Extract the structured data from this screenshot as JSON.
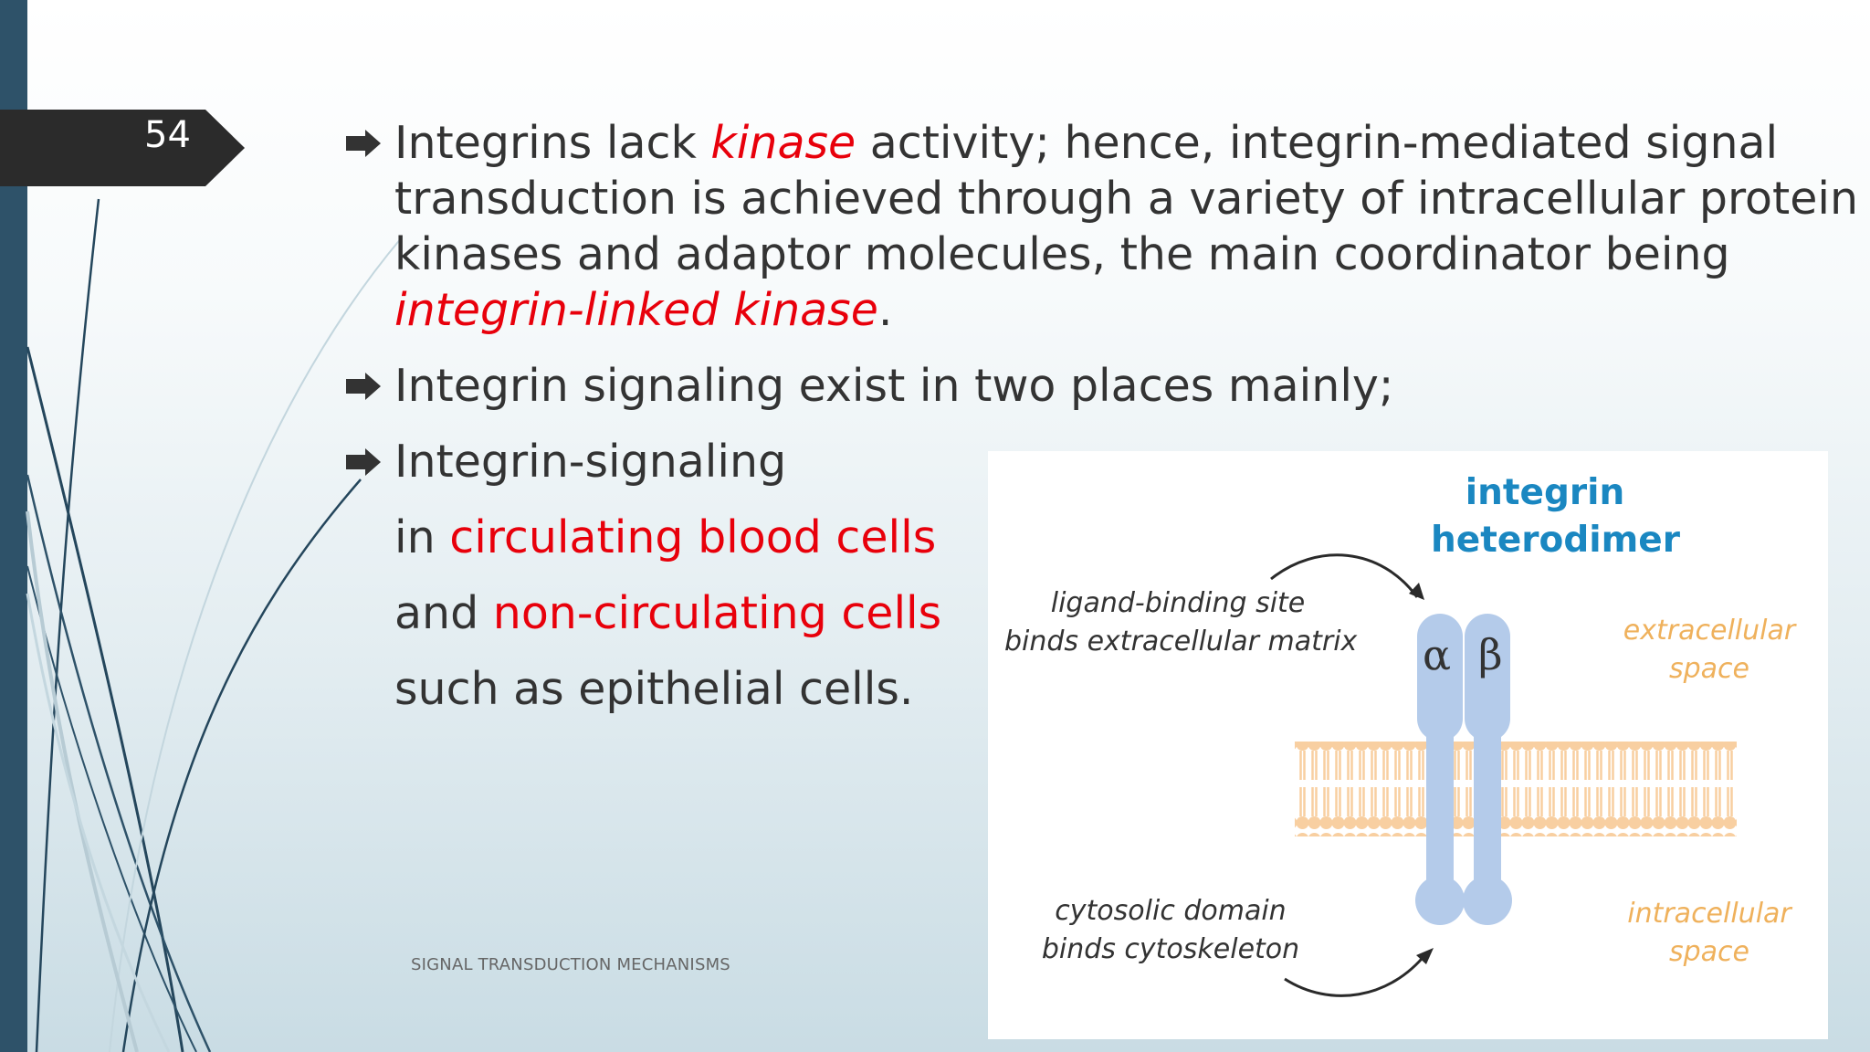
{
  "slide": {
    "page_number": "54",
    "footer": "SIGNAL TRANSDUCTION MECHANISMS"
  },
  "bullets": {
    "b1": {
      "line1_pre": "Integrins lack ",
      "line1_red": "kinase",
      "line1_post": " activity; hence, integrin-mediated signal",
      "line2": "transduction is achieved through a variety of intracellular protein",
      "line3": "kinases and adaptor molecules, the main coordinator being",
      "line4_red": "integrin-linked kinase",
      "line4_post": "."
    },
    "b2": {
      "text": "Integrin signaling exist in two places mainly;"
    },
    "b3": {
      "line1": "Integrin-signaling",
      "line2_pre": "in ",
      "line2_red": "circulating blood cells",
      "line3_pre": "and ",
      "line3_red": "non-circulating cells",
      "line4": "such as epithelial cells."
    }
  },
  "figure": {
    "title_line1": "integrin",
    "title_line2": "heterodimer",
    "ligand_line1": "ligand-binding site",
    "ligand_line2": "binds extracellular matrix",
    "extra_line1": "extracellular",
    "extra_line2": "space",
    "intra_line1": "intracellular",
    "intra_line2": "space",
    "cyto_line1": "cytosolic domain",
    "cyto_line2": "binds cytoskeleton",
    "alpha": "α",
    "beta": "β"
  },
  "icons": {
    "bullet": "arrow-bullet-icon"
  },
  "colors": {
    "accent_red": "#e8000b",
    "body_text": "#333333",
    "left_bar": "#2e5269",
    "figure_title": "#1a87c1",
    "membrane": "#f8cfa1",
    "integrin": "#b4cbea"
  }
}
